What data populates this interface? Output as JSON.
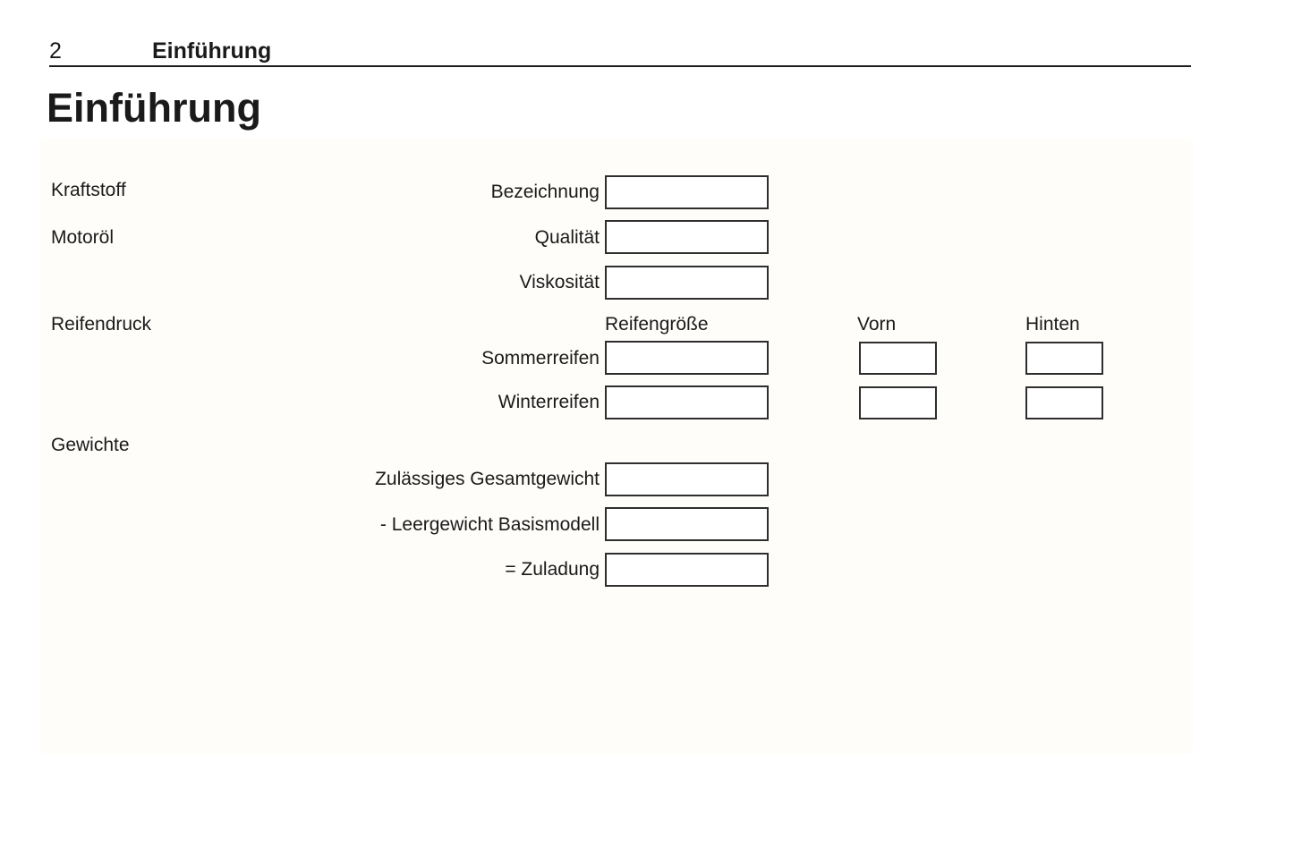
{
  "header": {
    "page_number": "2",
    "running_header": "Einführung",
    "title": "Einführung"
  },
  "form": {
    "section_labels": {
      "kraftstoff": "Kraftstoff",
      "motoroel": "Motoröl",
      "reifendruck": "Reifendruck",
      "gewichte": "Gewichte"
    },
    "column_headers": {
      "reifengroesse": "Reifengröße",
      "vorn": "Vorn",
      "hinten": "Hinten"
    },
    "fields": {
      "bezeichnung": {
        "label": "Bezeichnung",
        "value": ""
      },
      "qualitaet": {
        "label": "Qualität",
        "value": ""
      },
      "viskositaet": {
        "label": "Viskosität",
        "value": ""
      },
      "sommerreifen": {
        "label": "Sommerreifen",
        "groesse": "",
        "vorn": "",
        "hinten": ""
      },
      "winterreifen": {
        "label": "Winterreifen",
        "groesse": "",
        "vorn": "",
        "hinten": ""
      },
      "gesamtgewicht": {
        "label": "Zulässiges Gesamtgewicht",
        "value": ""
      },
      "leergewicht": {
        "label": "- Leergewicht Basismodell",
        "value": ""
      },
      "zuladung": {
        "label": "= Zuladung",
        "value": ""
      }
    },
    "colors": {
      "text": "#1a1a1a",
      "box_border": "#2e2e2e",
      "panel_bg": "#fffdfa"
    }
  }
}
